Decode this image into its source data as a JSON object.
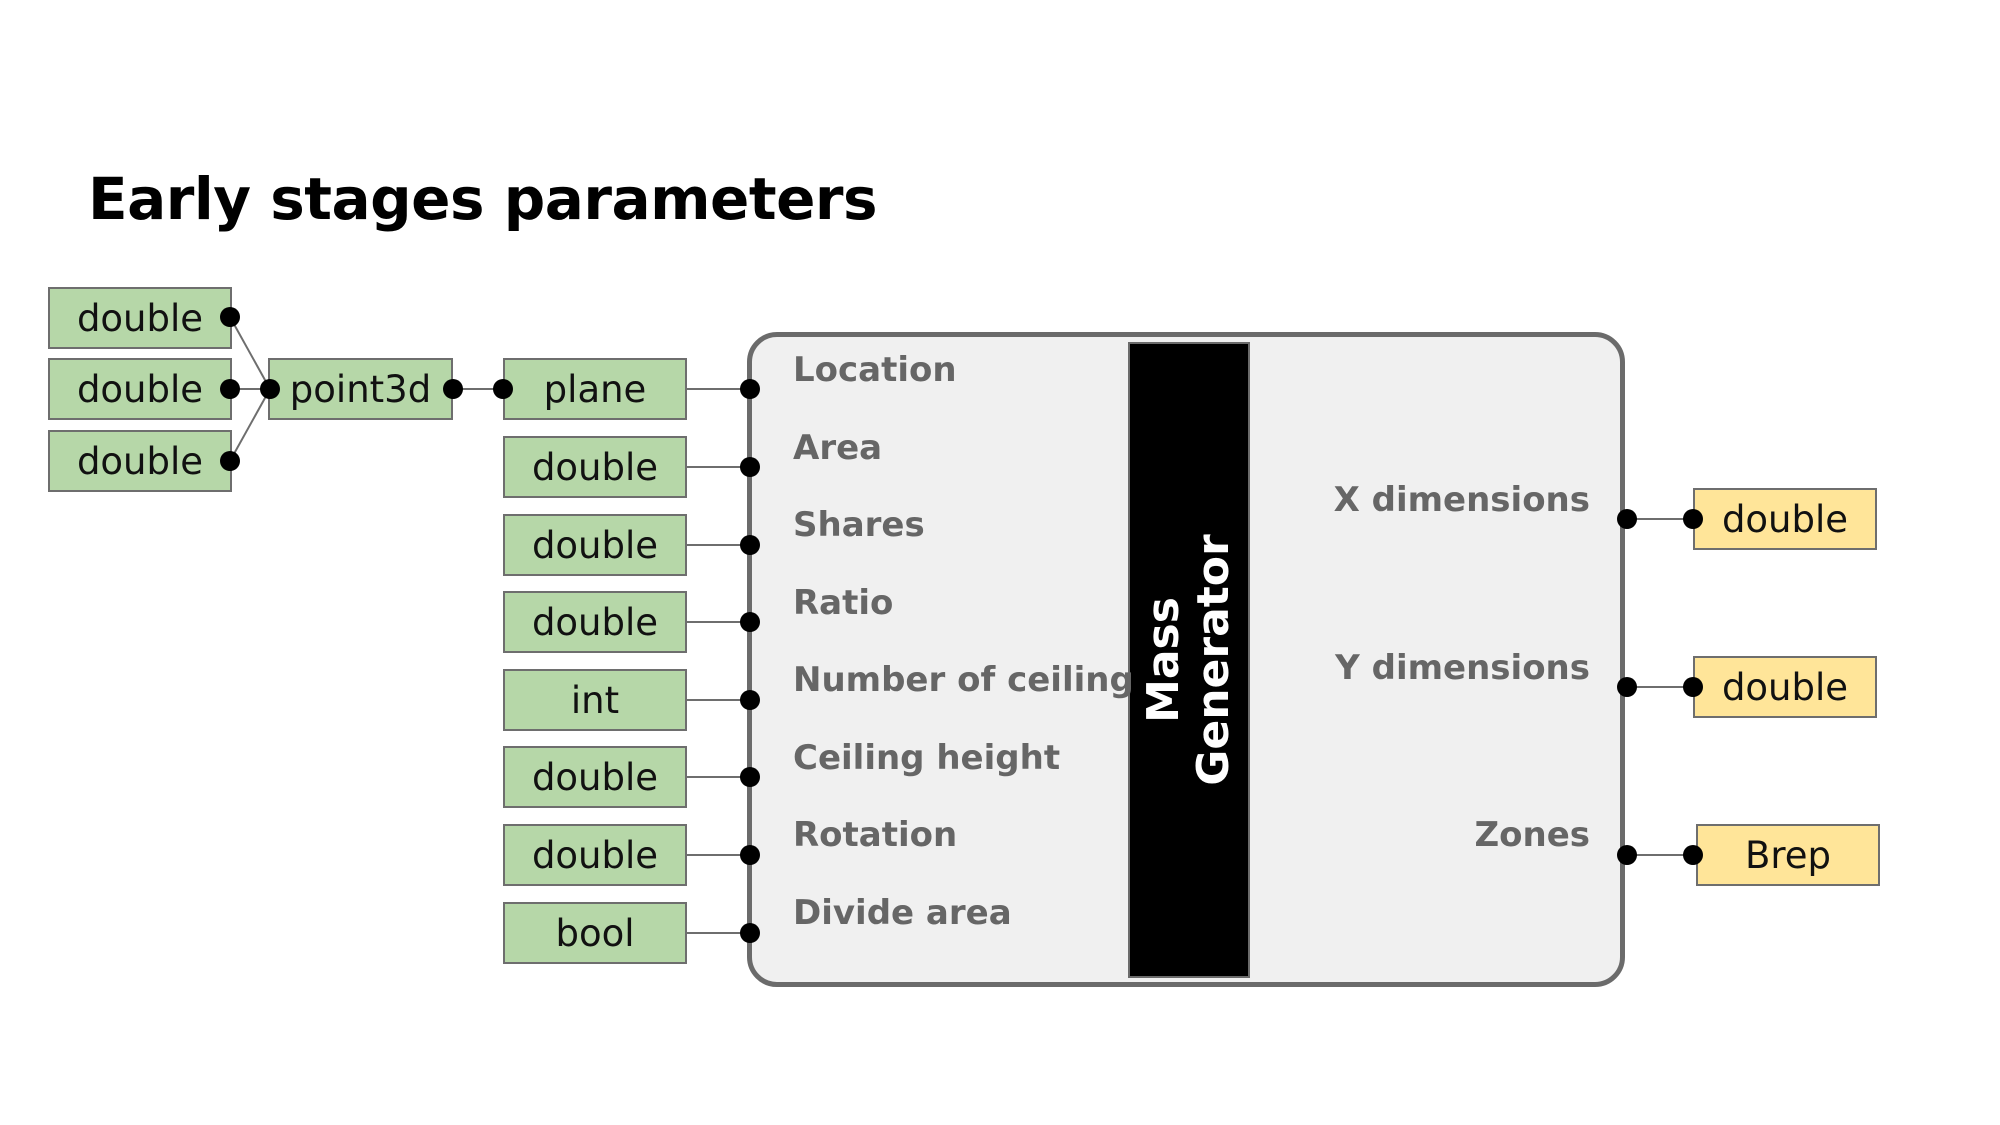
{
  "title": "Early stages parameters",
  "source_inputs": [
    "double",
    "double",
    "double"
  ],
  "point_node": "point3d",
  "inputs": [
    "plane",
    "double",
    "double",
    "double",
    "int",
    "double",
    "double",
    "bool"
  ],
  "component": {
    "name_line1": "Mass",
    "name_line2": "Generator",
    "input_ports": [
      "Location",
      "Area",
      "Shares",
      "Ratio",
      "Number of ceiling",
      "Ceiling height",
      "Rotation",
      "Divide area"
    ],
    "output_ports": [
      "X dimensions",
      "Y dimensions",
      "Zones"
    ]
  },
  "outputs": [
    "double",
    "double",
    "Brep"
  ],
  "colors": {
    "input_fill": "#b6d7a8",
    "output_fill": "#ffe599",
    "component_fill": "#f0f0f0",
    "core_fill": "#000000",
    "port_text": "#666666"
  }
}
